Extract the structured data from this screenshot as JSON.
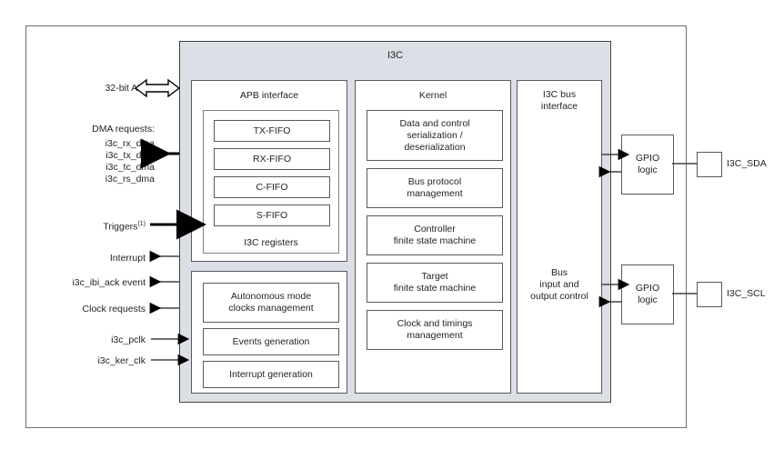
{
  "diagram": {
    "title": "I3C",
    "block_fill": "#dcdfe6",
    "frame_color": "#6d6e71"
  },
  "left_signals": {
    "apb_bus": "32-bit APB bus",
    "dma_heading": "DMA requests:",
    "dma_items": [
      "i3c_rx_dma",
      "i3c_tx_dma",
      "i3c_tc_dma",
      "i3c_rs_dma"
    ],
    "triggers": "Triggers",
    "triggers_note": "(1)",
    "interrupt": "Interrupt",
    "ibi_ack": "i3c_ibi_ack event",
    "clock_requests": "Clock requests",
    "pclk": "i3c_pclk",
    "ker_clk": "i3c_ker_clk"
  },
  "apb_column": {
    "title": "APB interface",
    "registers_label": "I3C registers",
    "fifos": [
      "TX-FIFO",
      "RX-FIFO",
      "C-FIFO",
      "S-FIFO"
    ]
  },
  "apb_column_lower": {
    "boxes": [
      "Autonomous mode\nclocks management",
      "Events generation",
      "Interrupt generation"
    ]
  },
  "kernel_column": {
    "title": "Kernel",
    "boxes": [
      "Data and control\nserialization /\ndeserialization",
      "Bus protocol\nmanagement",
      "Controller\nfinite state machine",
      "Target\nfinite state machine",
      "Clock and timings\nmanagement"
    ]
  },
  "bus_column": {
    "title": "I3C bus\ninterface",
    "body": "Bus\ninput and\noutput control"
  },
  "gpio": {
    "sda_logic": "GPIO\nlogic",
    "scl_logic": "GPIO\nlogic",
    "sda_pin": "I3C_SDA",
    "scl_pin": "I3C_SCL"
  }
}
